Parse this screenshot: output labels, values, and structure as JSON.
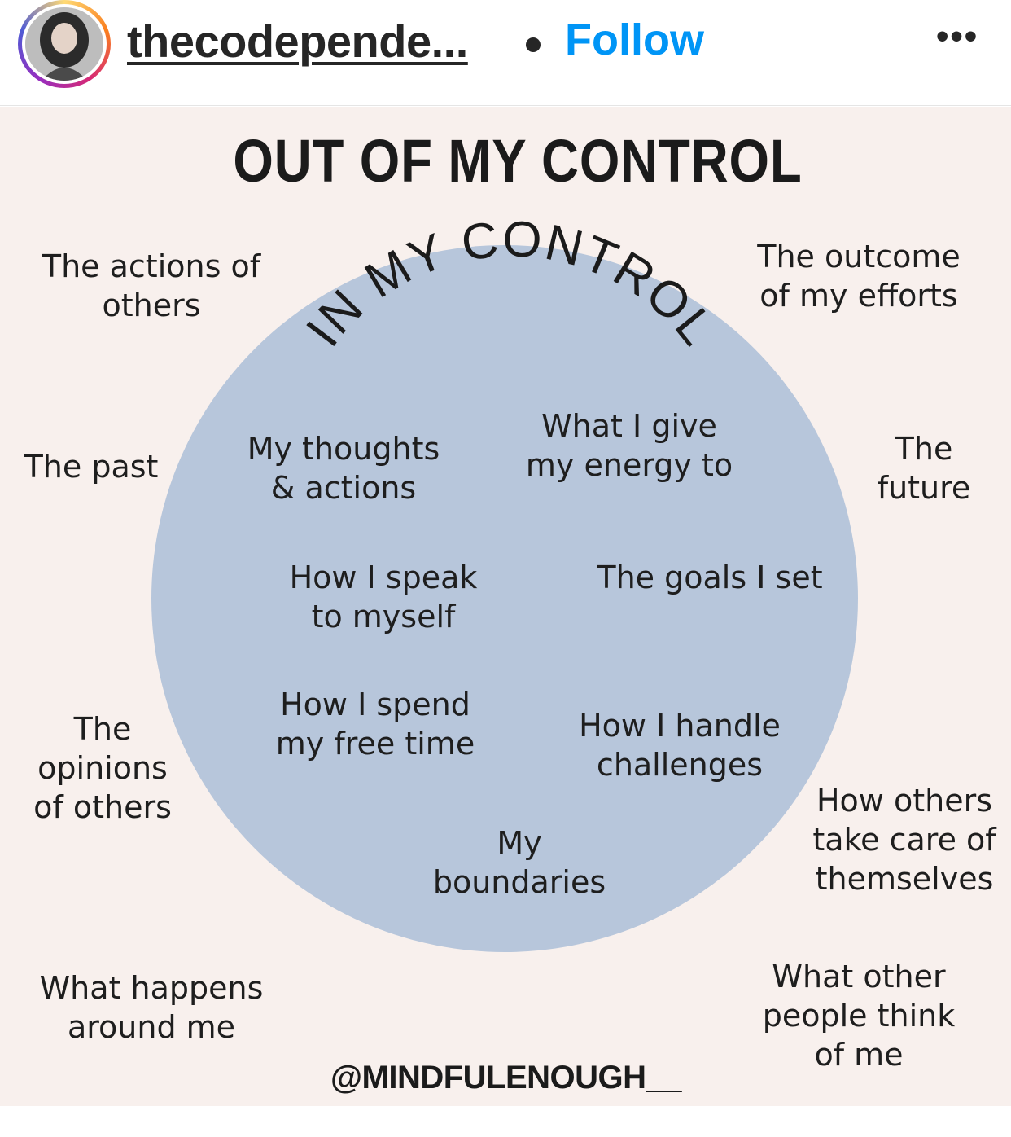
{
  "header": {
    "username": "thecodepende...",
    "follow_label": "Follow",
    "more_label": "•••",
    "accent_color": "#0095f6"
  },
  "post": {
    "outer_title": "OUT OF MY CONTROL",
    "inner_title": "IN MY CONTROL",
    "inner_color": "#b7c6db",
    "background_color": "#f8f0ed",
    "out_of_control": [
      {
        "lines": [
          "The actions of",
          "others"
        ]
      },
      {
        "lines": [
          "The outcome",
          "of my efforts"
        ]
      },
      {
        "lines": [
          "The past"
        ]
      },
      {
        "lines": [
          "The",
          "future"
        ]
      },
      {
        "lines": [
          "The",
          "opinions",
          "of others"
        ]
      },
      {
        "lines": [
          "How others",
          "take care of",
          "themselves"
        ]
      },
      {
        "lines": [
          "What happens",
          "around me"
        ]
      },
      {
        "lines": [
          "What other",
          "people think",
          "of me"
        ]
      }
    ],
    "in_control": [
      {
        "lines": [
          "My thoughts",
          "& actions"
        ]
      },
      {
        "lines": [
          "What I give",
          "my energy to"
        ]
      },
      {
        "lines": [
          "How I speak",
          "to myself"
        ]
      },
      {
        "lines": [
          "The goals I set"
        ]
      },
      {
        "lines": [
          "How I spend",
          "my free time"
        ]
      },
      {
        "lines": [
          "How I handle",
          "challenges"
        ]
      },
      {
        "lines": [
          "My",
          "boundaries"
        ]
      }
    ],
    "credit": "@MINDFULENOUGH__"
  }
}
